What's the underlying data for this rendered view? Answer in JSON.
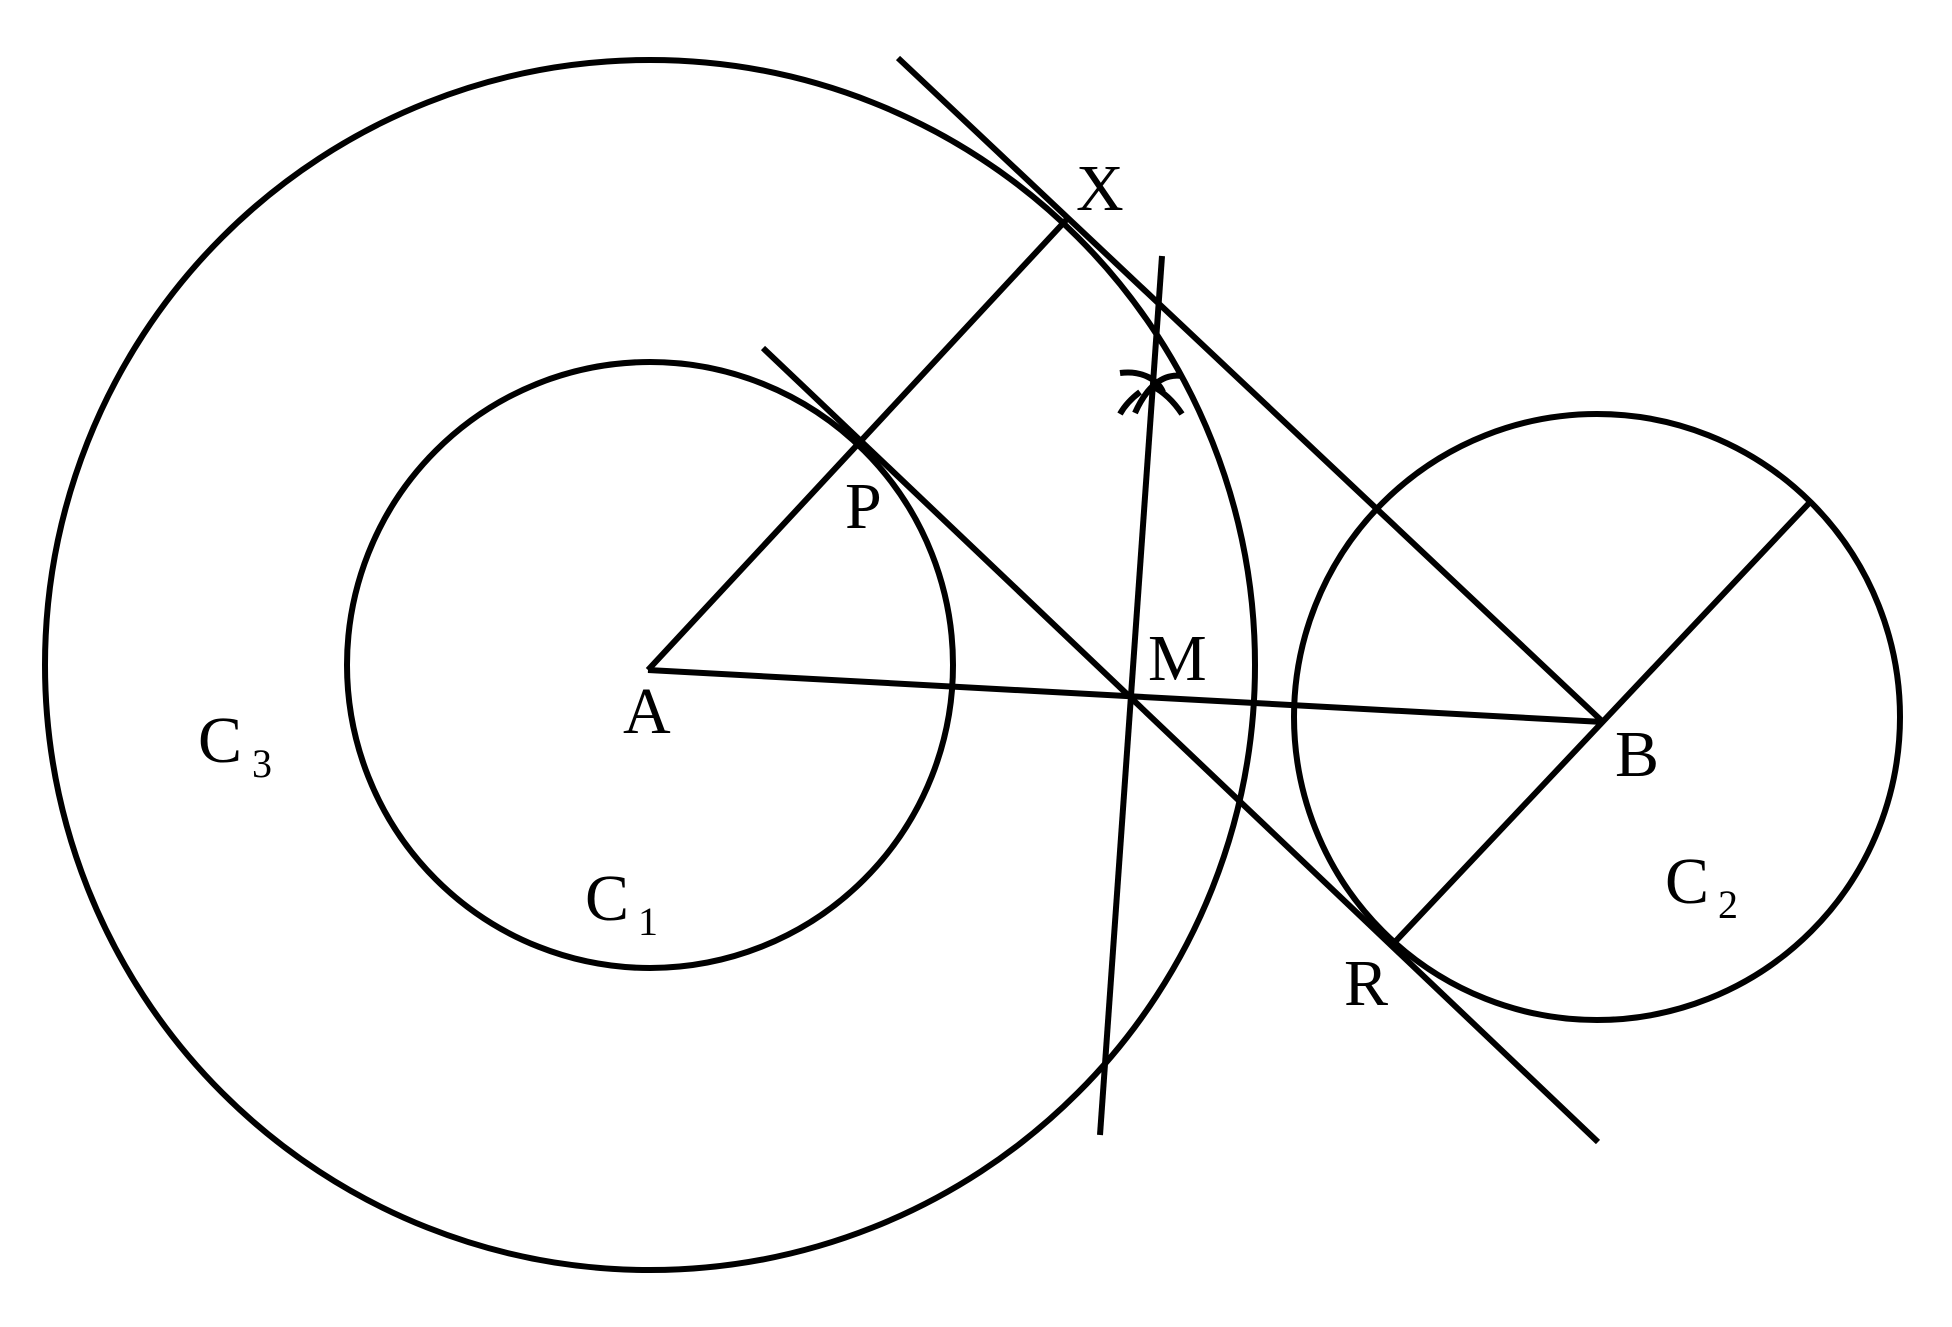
{
  "points": {
    "A": "A",
    "B": "B",
    "M": "M",
    "P": "P",
    "R": "R",
    "X": "X"
  },
  "circles": {
    "c1": {
      "letter": "C",
      "subscript": "1"
    },
    "c2": {
      "letter": "C",
      "subscript": "2"
    },
    "c3": {
      "letter": "C",
      "subscript": "3"
    }
  },
  "colors": {
    "stroke": "#000000",
    "background": "#ffffff"
  }
}
